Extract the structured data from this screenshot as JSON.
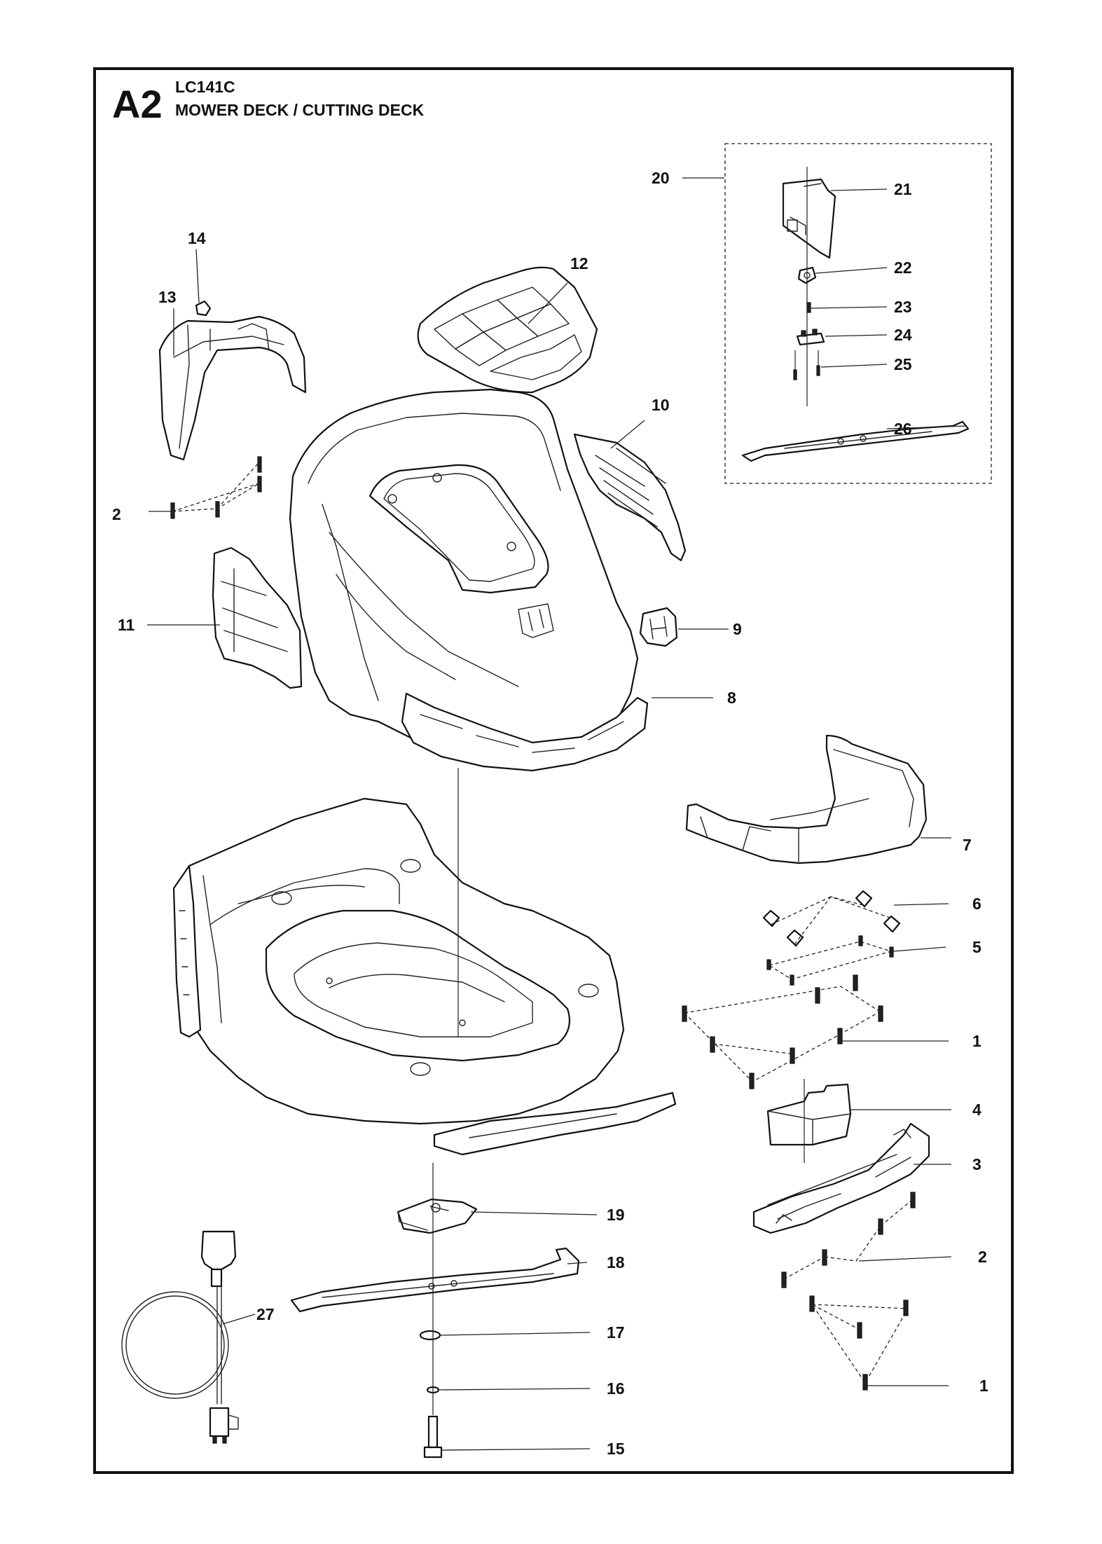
{
  "header": {
    "section": "A2",
    "model": "LC141C",
    "title": "MOWER DECK / CUTTING DECK"
  },
  "callouts": {
    "c1a": "1",
    "c1b": "1",
    "c2a": "2",
    "c2b": "2",
    "c3": "3",
    "c4": "4",
    "c5": "5",
    "c6": "6",
    "c7": "7",
    "c8": "8",
    "c9": "9",
    "c10": "10",
    "c11": "11",
    "c12": "12",
    "c13": "13",
    "c14": "14",
    "c15": "15",
    "c16": "16",
    "c17": "17",
    "c18": "18",
    "c19": "19",
    "c20": "20",
    "c21": "21",
    "c22": "22",
    "c23": "23",
    "c24": "24",
    "c25": "25",
    "c26": "26",
    "c27": "27"
  }
}
